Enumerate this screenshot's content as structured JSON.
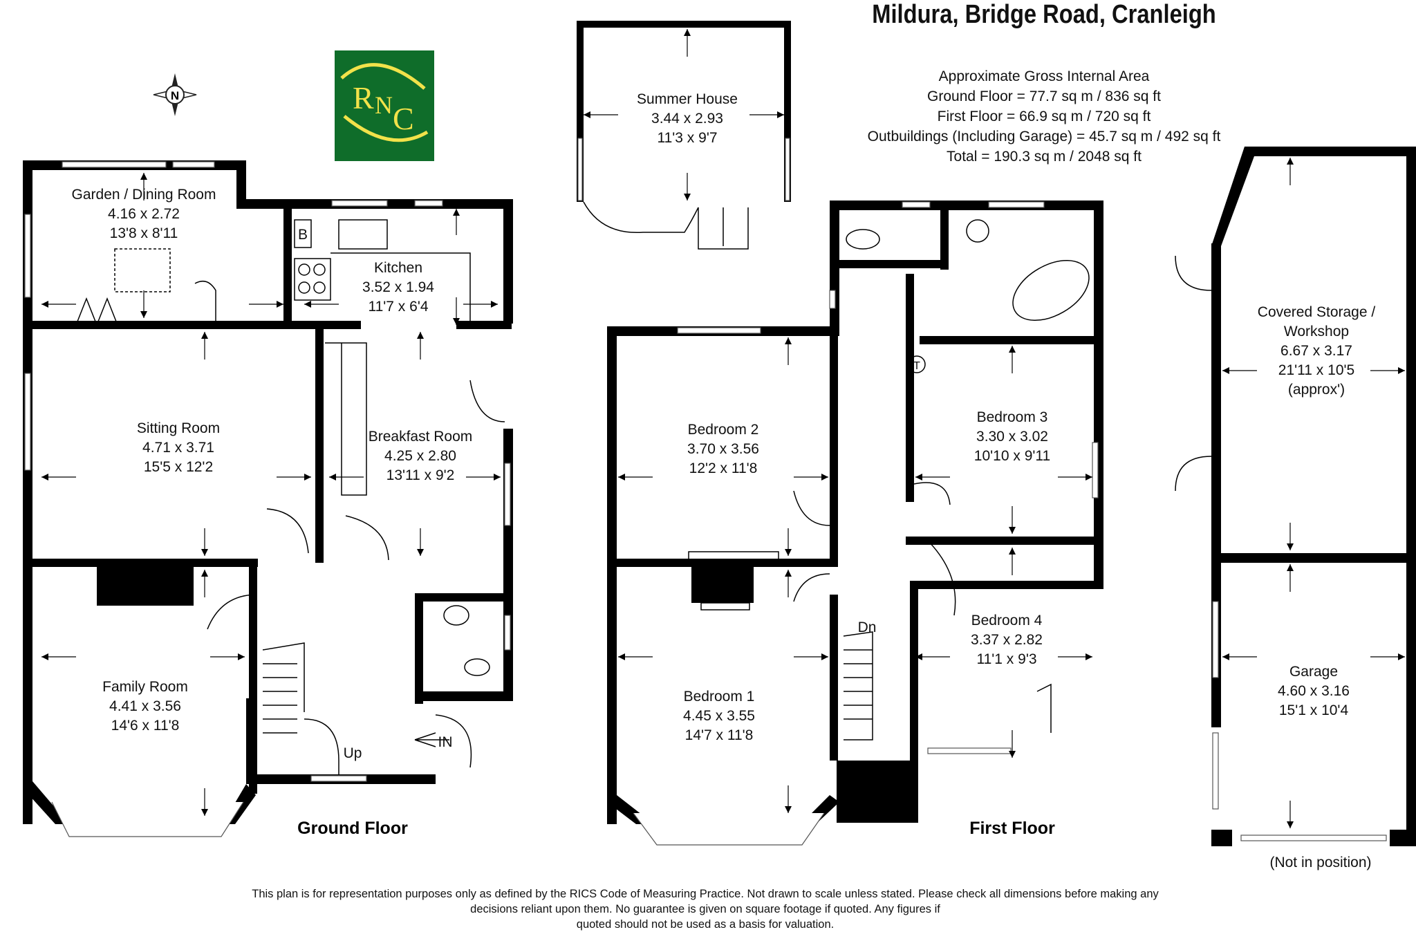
{
  "title": "Mildura, Bridge Road, Cranleigh",
  "area_summary": {
    "heading": "Approximate Gross Internal Area",
    "ground_floor": "Ground Floor = 77.7 sq m / 836 sq ft",
    "first_floor": "First Floor = 66.9 sq m / 720 sq ft",
    "outbuildings": "Outbuildings (Including Garage) = 45.7 sq m / 492 sq ft",
    "total": "Total = 190.3 sq m / 2048 sq ft"
  },
  "logo": {
    "letters": [
      "R",
      "N",
      "C"
    ],
    "bg_color": "#0f6d2a",
    "fg_color": "#f2e24a"
  },
  "compass": {
    "letter": "N",
    "icon": "compass-north-icon"
  },
  "floors": {
    "ground": "Ground Floor",
    "first": "First Floor"
  },
  "rooms": {
    "garden_dining": {
      "name": "Garden / Dining Room",
      "metric": "4.16 x 2.72",
      "imperial": "13'8 x 8'11"
    },
    "kitchen": {
      "name": "Kitchen",
      "metric": "3.52 x 1.94",
      "imperial": "11'7 x 6'4"
    },
    "sitting": {
      "name": "Sitting Room",
      "metric": "4.71 x 3.71",
      "imperial": "15'5 x 12'2"
    },
    "breakfast": {
      "name": "Breakfast Room",
      "metric": "4.25 x 2.80",
      "imperial": "13'11 x 9'2"
    },
    "family": {
      "name": "Family Room",
      "metric": "4.41 x 3.56",
      "imperial": "14'6 x 11'8"
    },
    "summer_house": {
      "name": "Summer House",
      "metric": "3.44 x 2.93",
      "imperial": "11'3 x 9'7"
    },
    "bedroom2": {
      "name": "Bedroom 2",
      "metric": "3.70 x 3.56",
      "imperial": "12'2 x 11'8"
    },
    "bedroom1": {
      "name": "Bedroom 1",
      "metric": "4.45 x 3.55",
      "imperial": "14'7 x 11'8"
    },
    "bedroom3": {
      "name": "Bedroom 3",
      "metric": "3.30 x 3.02",
      "imperial": "10'10 x 9'11"
    },
    "bedroom4": {
      "name": "Bedroom 4",
      "metric": "3.37 x 2.82",
      "imperial": "11'1 x 9'3"
    },
    "covered_storage": {
      "name1": "Covered Storage /",
      "name2": "Workshop",
      "metric": "6.67 x 3.17",
      "imperial": "21'11 x 10'5",
      "note": "(approx')"
    },
    "garage": {
      "name": "Garage",
      "metric": "4.60 x 3.16",
      "imperial": "15'1 x 10'4"
    }
  },
  "labels": {
    "boiler": "B",
    "stairs_up": "Up",
    "stairs_down": "Dn",
    "entrance": "IN",
    "tank": "T",
    "not_in_position": "(Not in position)"
  },
  "disclaimer": [
    "This plan is for representation purposes only as defined by the RICS Code of Measuring Practice. Not drawn to scale unless stated. Please check all dimensions before making any",
    "decisions reliant upon them. No guarantee is given on square footage if quoted. Any figures if",
    "quoted should not be used as a basis for valuation."
  ]
}
